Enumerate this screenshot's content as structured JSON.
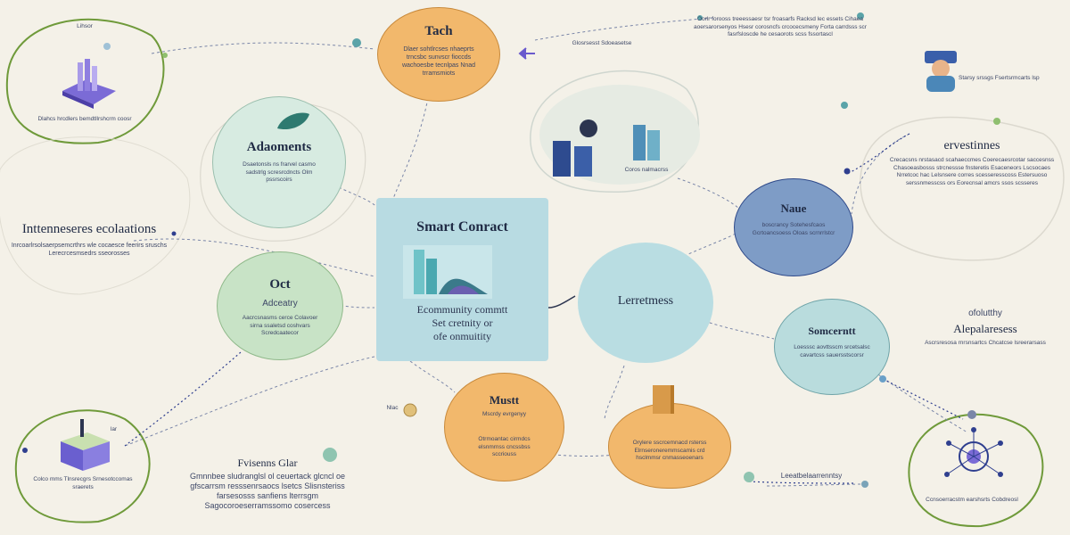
{
  "nodes": {
    "lessons": {
      "label": "Lihsor",
      "caption": "Dlahcs hrcdlers bemdtllrshcrm coosr"
    },
    "tech": {
      "title": "Tach",
      "body": "Dlaer sohtlrcses nhaeprts trncsbc sunvscr fioccds wachoesbe tecnlpas Nnad trramsmiots"
    },
    "agreements": {
      "title": "Adaoments",
      "body": "Dsaetonsls ns frarvel casmo sadstrlg scresrcdncts Olm pssrscoirs"
    },
    "infrastructure": {
      "caption": "Coros nalmacrss"
    },
    "oct": {
      "title": "Oct",
      "subtitle": "Adceatry",
      "body": "Aacrcsnasms cerce Colavoer sirna ssaletsd coshvars Scredcaatecor"
    },
    "lifetimess": {
      "title": "Lerretmess"
    },
    "nate": {
      "title": "Naue",
      "body": "boscrancy Sotehesfcaos Gcrtoancsoess Oloas scrnrrlstcr"
    },
    "community": {
      "title": "Somcerntt",
      "body": "Loesssc aovttsscm srcetsalsc cavartcss sauersstscorsr"
    },
    "must": {
      "title": "Mustt",
      "subtitle": "Mscrdy evrgenyy",
      "body": "Otrmoantac cirmdcs elsnmrnss cncssbss sccriouss"
    },
    "bottom_orange": {
      "body": "Orylere sscrcemnacd rsterss Elrnseroneremmscamis crd hsclmmsr cnmasseoenars"
    },
    "box": {
      "caption": "Colco mms Tlnsrecgrs Srnesotccomas sraerets"
    },
    "globe": {
      "caption": "Ccnsoerracstm earshsrts Cobdreosl"
    }
  },
  "center": {
    "title": "Smart Conract",
    "line1": "Ecommunity commtt",
    "line2": "Set cretnity or",
    "line3": "ofe onmuitity"
  },
  "free": {
    "tech_arrow": "Glosrsesst Sdoeasetse",
    "top_right": "Oorlr forooss treeessaesr tsr froasarfs Racksd lec essets Cihaea aoersarorsenyos Hsesr corosncfs crcocecsmeny Forta carrdsss scr fasrfsloscde he cesaorots scss fssortascl",
    "interests": {
      "title": "Inttenneseres ecolaations",
      "body": "Inrcoarlrsolsaerpsemcrthrs wle cocaesce feerirs sruschs Lerecrcesmsedrs sseorosses"
    },
    "investments": {
      "title": "ervestinnes",
      "body": "Crecacsns nrstasacd scahaeccmes Coerecaesrcotar saccesnss Chasoeasbosss strcnessse fnsteretis Esaceneors Lscsocaes Nrretcoc hac Lelsnsere corres scesseresscoss Estersuoso serssnmesscss ors Eorecnsal amcrs ssos scsseres"
    },
    "person": "Starsy srssgs Fsertsrmcarts lsp",
    "opportunity": {
      "kicker": "ofolutthy",
      "title": "Alepalaresess",
      "body": "Ascrsresosa rnrsnsartcs Chcatcse lsreerarsass"
    },
    "box_side": "lar",
    "bottom_left": {
      "title": "Fvisenns Glar",
      "body": "Gmnnbee sludranglsl ol ceuertack glcncl oe gfscarrsm resssenrsaocs lsetcs Slisnsteriss farsesosss sanfiens lterrsgm Sagocoroeserramssomo cosercess"
    },
    "must_left": "Nlac",
    "wealth": "Leeatbelaarrenntsy"
  }
}
